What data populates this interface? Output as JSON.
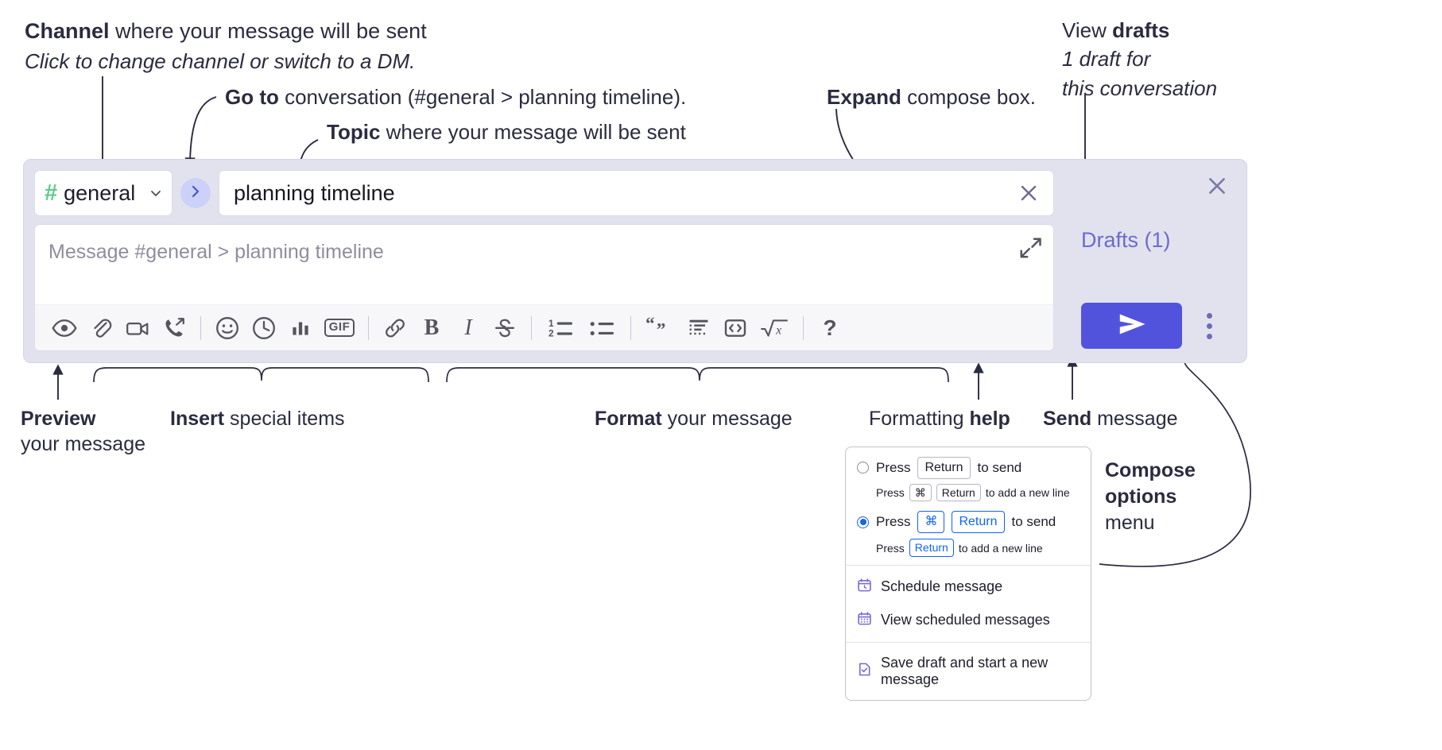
{
  "annotations": {
    "channel": {
      "bold": "Channel",
      "rest": " where your message will be sent",
      "sub": "Click to change channel or switch to a DM."
    },
    "goto": {
      "bold": "Go to",
      "rest": " conversation (#general > planning timeline)."
    },
    "topic": {
      "bold": "Topic",
      "rest": " where your message will be sent"
    },
    "expand": {
      "bold": "Expand",
      "rest": " compose box."
    },
    "drafts": {
      "pre": "View ",
      "bold": "drafts",
      "sub1": "1 draft for",
      "sub2": "this conversation"
    },
    "preview": {
      "bold": "Preview",
      "line2": "your message"
    },
    "insert": {
      "bold": "Insert",
      "rest": " special items"
    },
    "format": {
      "bold": "Format",
      "rest": " your message"
    },
    "formatting_help": {
      "pre": "Formatting ",
      "bold": "help"
    },
    "send": {
      "bold": "Send",
      "rest": " message"
    },
    "compose_options": {
      "bold1": "Compose",
      "bold2": "options",
      "rest": "menu"
    }
  },
  "compose": {
    "channel": {
      "hash": "#",
      "name": "general",
      "icon": "hash-icon",
      "chevron": "chevron-down-icon"
    },
    "goto_button": {
      "icon": "chevron-right-icon"
    },
    "topic": {
      "value": "planning timeline",
      "clear_icon": "close-icon"
    },
    "message": {
      "placeholder": "Message #general > planning timeline",
      "value": ""
    },
    "expand_icon": "expand-icon",
    "close_icon": "close-icon",
    "drafts_label": "Drafts (1)",
    "send_icon": "send-icon",
    "kebab_icon": "more-vertical-icon",
    "toolbar": [
      {
        "name": "preview",
        "icon": "eye-icon"
      },
      {
        "name": "attach",
        "icon": "paperclip-icon"
      },
      {
        "name": "video",
        "icon": "video-camera-icon"
      },
      {
        "name": "huddle",
        "icon": "phone-forward-icon"
      },
      {
        "name": "separator-1",
        "icon": "separator"
      },
      {
        "name": "emoji",
        "icon": "smiley-icon"
      },
      {
        "name": "reminder",
        "icon": "clock-icon"
      },
      {
        "name": "poll",
        "icon": "bar-chart-icon"
      },
      {
        "name": "gif",
        "icon": "gif-icon",
        "label": "GIF"
      },
      {
        "name": "separator-2",
        "icon": "separator"
      },
      {
        "name": "link",
        "icon": "link-icon"
      },
      {
        "name": "bold",
        "icon": "bold-icon",
        "label": "B"
      },
      {
        "name": "italic",
        "icon": "italic-icon",
        "label": "I"
      },
      {
        "name": "strikethrough",
        "icon": "strikethrough-icon"
      },
      {
        "name": "separator-3",
        "icon": "separator"
      },
      {
        "name": "ordered-list",
        "icon": "ordered-list-icon"
      },
      {
        "name": "bulleted-list",
        "icon": "bulleted-list-icon"
      },
      {
        "name": "separator-4",
        "icon": "separator"
      },
      {
        "name": "blockquote",
        "icon": "quote-icon"
      },
      {
        "name": "code-block",
        "icon": "code-block-icon"
      },
      {
        "name": "code",
        "icon": "code-icon"
      },
      {
        "name": "math",
        "icon": "square-root-icon"
      },
      {
        "name": "separator-5",
        "icon": "separator"
      },
      {
        "name": "formatting-help",
        "icon": "question-mark-icon",
        "label": "?"
      }
    ]
  },
  "options_menu": {
    "radio_1": {
      "selected": false,
      "pre": "Press",
      "key": "Return",
      "post": "to send",
      "sub_pre": "Press",
      "sub_key1": "⌘",
      "sub_key2": "Return",
      "sub_post": "to add a new line"
    },
    "radio_2": {
      "selected": true,
      "pre": "Press",
      "key1": "⌘",
      "key2": "Return",
      "post": "to send",
      "sub_pre": "Press",
      "sub_key": "Return",
      "sub_post": "to add a new line"
    },
    "items": [
      {
        "label": "Schedule message",
        "icon": "calendar-clock-icon"
      },
      {
        "label": "View scheduled messages",
        "icon": "calendar-grid-icon"
      },
      {
        "label": "Save draft and start a new message",
        "icon": "file-check-icon"
      }
    ]
  },
  "colors": {
    "accent_purple": "#5253dd",
    "drafts_purple": "#6b6bcf",
    "hash_green": "#5fca8d",
    "compose_bg": "#e2e2ef",
    "radio_blue": "#1264f0",
    "menu_icon_purple": "#7b68d9"
  }
}
